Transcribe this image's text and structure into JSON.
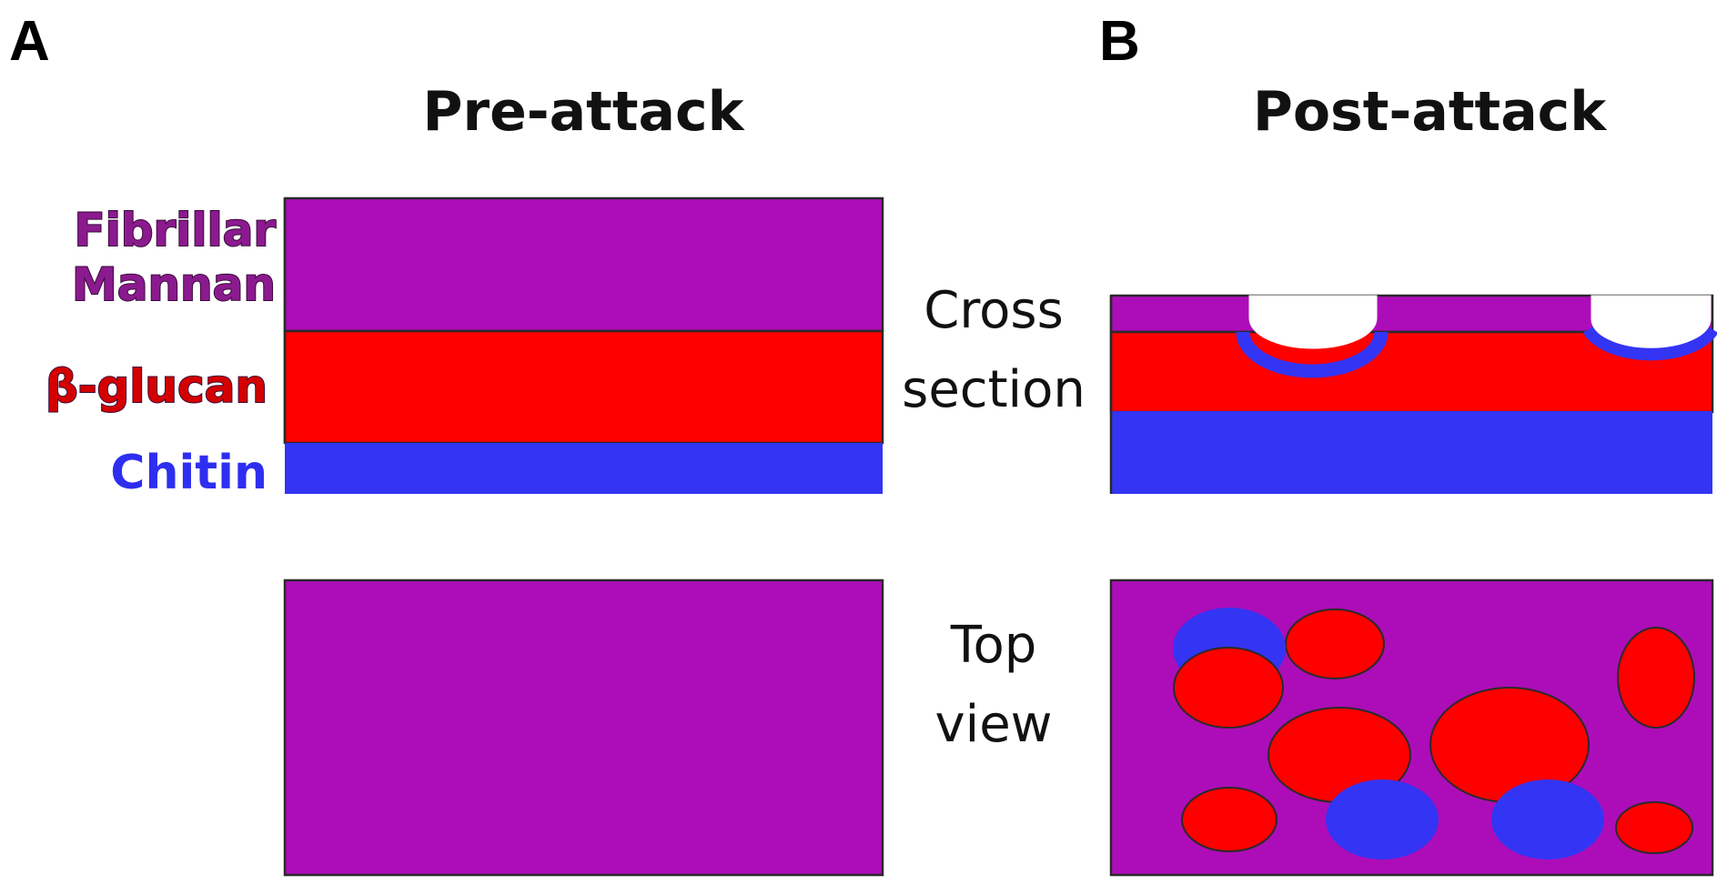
{
  "panels": [
    {
      "letter": "A",
      "title": "Pre-attack"
    },
    {
      "letter": "B",
      "title": "Post-attack"
    }
  ],
  "layers": [
    {
      "label_lines": [
        "Fibrillar",
        "Mannan"
      ],
      "color": "#ad0db8"
    },
    {
      "label_lines": [
        "β-glucan"
      ],
      "color": "#fe0000"
    },
    {
      "label_lines": [
        "Chitin"
      ],
      "color": "#3434f4"
    }
  ],
  "views": [
    {
      "label_lines": [
        "Cross",
        "section"
      ]
    },
    {
      "label_lines": [
        "Top",
        "view"
      ]
    }
  ],
  "colors": {
    "mannan": "#ad0db8",
    "glucan": "#fe0000",
    "chitin": "#3434f4",
    "mannan_label": "#8b1a8f",
    "glucan_label": "#d40000",
    "chitin_label": "#2e2ef0"
  }
}
